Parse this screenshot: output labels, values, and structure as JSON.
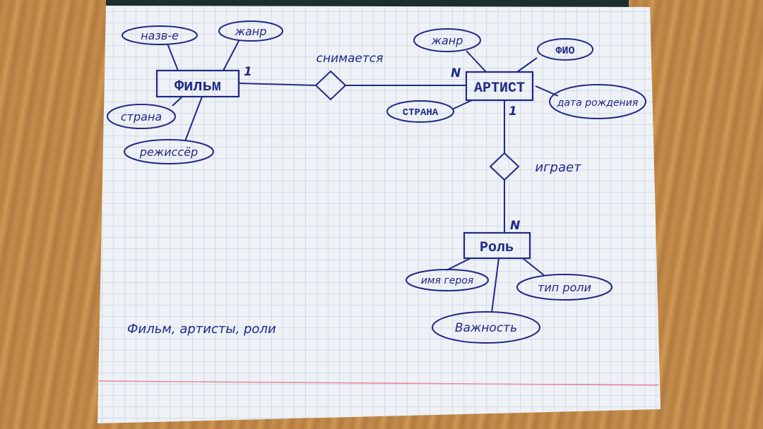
{
  "diagram": {
    "entities": {
      "film": "Фильм",
      "artist": "АРТИСТ",
      "role": "Роль"
    },
    "relationships": {
      "film_artist": "снимается",
      "artist_role": "играет"
    },
    "cardinalities": {
      "film_side": "1",
      "artist_side": "N",
      "artist_role_side": "1",
      "role_side": "N"
    },
    "attributes": {
      "film": [
        "назв-е",
        "жанр",
        "страна",
        "режиссёр"
      ],
      "artist": [
        "жанр",
        "ФИО",
        "СТРАНА",
        "дата рождения"
      ],
      "role": [
        "имя героя",
        "тип роли",
        "Важность"
      ]
    },
    "note": "Фильм, артисты, роли"
  },
  "colors": {
    "ink": "#1f2a86",
    "paper": "#eef1f5",
    "grid": "#b9c6d8",
    "margin_line": "#e58a9a",
    "table": "#c48c4c"
  }
}
